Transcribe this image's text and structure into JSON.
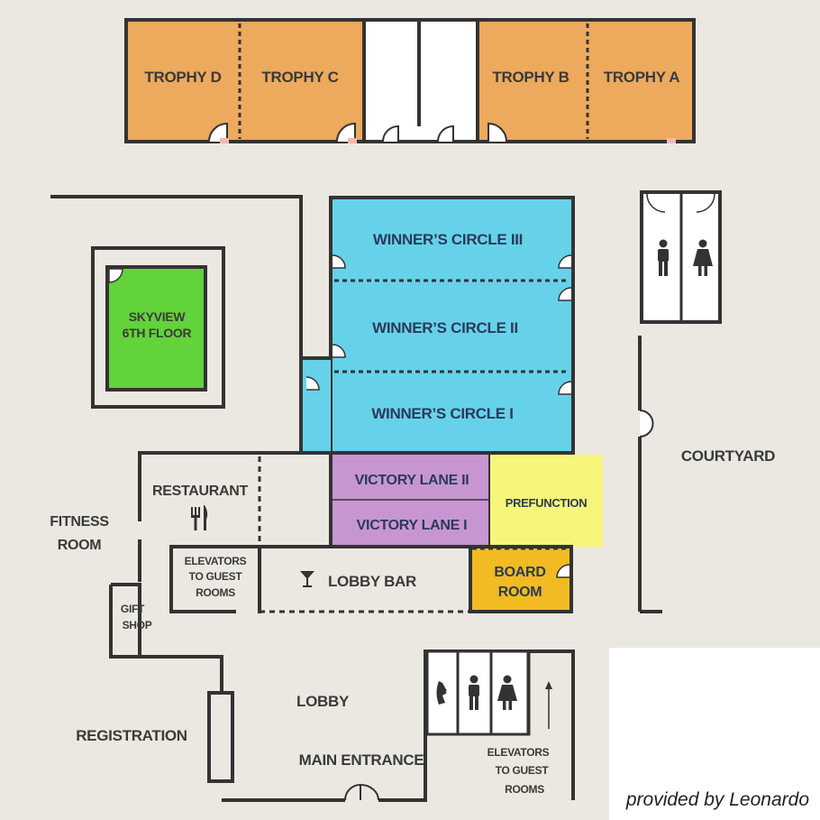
{
  "colors": {
    "background": "#ebe8e1",
    "wall": "#333333",
    "trophy": "#eda95c",
    "winners_circle": "#66d2ea",
    "victory_lane": "#c796d2",
    "prefunction": "#f7f57a",
    "board_room": "#f3bb22",
    "skyview": "#62d33a"
  },
  "rooms": {
    "trophy_d": "TROPHY D",
    "trophy_c": "TROPHY C",
    "trophy_b": "TROPHY B",
    "trophy_a": "TROPHY A",
    "winners_circle_3": "WINNER’S CIRCLE III",
    "winners_circle_2": "WINNER’S CIRCLE II",
    "winners_circle_1": "WINNER’S CIRCLE I",
    "skyview_line1": "SKYVIEW",
    "skyview_line2": "6TH FLOOR",
    "courtyard": "COURTYARD",
    "restaurant": "RESTAURANT",
    "victory_lane_2": "VICTORY LANE II",
    "victory_lane_1": "VICTORY LANE I",
    "prefunction": "PREFUNCTION",
    "board_room_line1": "BOARD",
    "board_room_line2": "ROOM",
    "fitness_line1": "FITNESS",
    "fitness_line2": "ROOM",
    "elevators_left_line1": "ELEVATORS",
    "elevators_left_line2": "TO GUEST",
    "elevators_left_line3": "ROOMS",
    "lobby_bar": "LOBBY BAR",
    "gift_shop_line1": "GIFT",
    "gift_shop_line2": "SHOP",
    "lobby": "LOBBY",
    "registration": "REGISTRATION",
    "main_entrance": "MAIN ENTRANCE",
    "elevators_right_line1": "ELEVATORS",
    "elevators_right_line2": "TO GUEST",
    "elevators_right_line3": "ROOMS"
  },
  "icons": {
    "restroom_top": [
      "man-icon",
      "woman-icon"
    ],
    "restaurant": "fork-knife-icon",
    "lobby_bar": "cocktail-icon",
    "lobby_amenities": [
      "phone-icon",
      "man-icon",
      "woman-icon"
    ],
    "elevator": "up-arrow-icon"
  },
  "credit": "provided by Leonardo"
}
